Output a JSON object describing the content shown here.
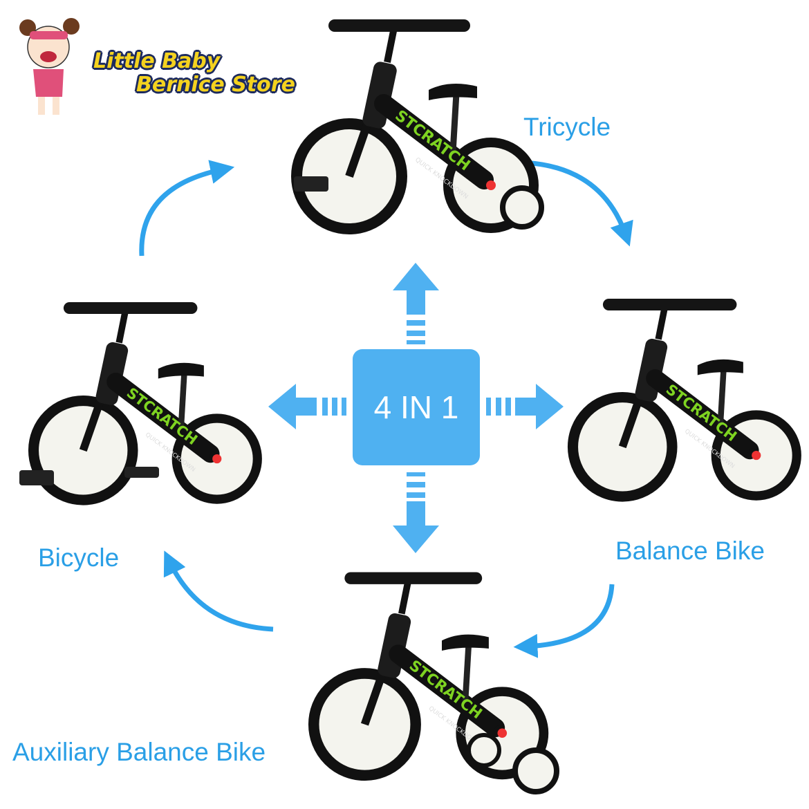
{
  "logo": {
    "line1": "Little Baby",
    "line2": "Bernice Store"
  },
  "center_label": "4 IN 1",
  "modes": {
    "tricycle": "Tricycle",
    "balance_bike": "Balance Bike",
    "bicycle": "Bicycle",
    "auxiliary": "Auxiliary Balance Bike"
  },
  "bike": {
    "brand": "STCRATCH",
    "tag": "QUICK KNOCKDOWN"
  },
  "colors": {
    "accent": "#2a9fe6",
    "box": "#4fb1f1",
    "frame": "#1a1a1a",
    "brand": "#7ed321"
  }
}
